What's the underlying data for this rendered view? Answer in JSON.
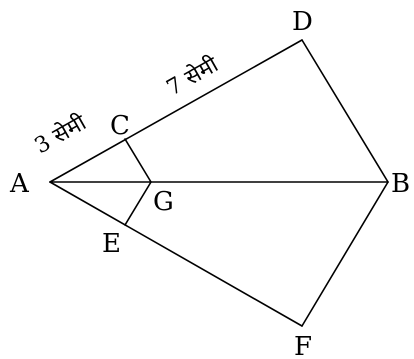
{
  "points": {
    "A": "A",
    "B": "B",
    "C": "C",
    "D": "D",
    "E": "E",
    "F": "F",
    "G": "G"
  },
  "lengths": {
    "AC": "3 सेमी",
    "CD": "7 सेमी"
  },
  "colors": {
    "stroke": "#000000",
    "text": "#000000",
    "background": "#ffffff"
  }
}
